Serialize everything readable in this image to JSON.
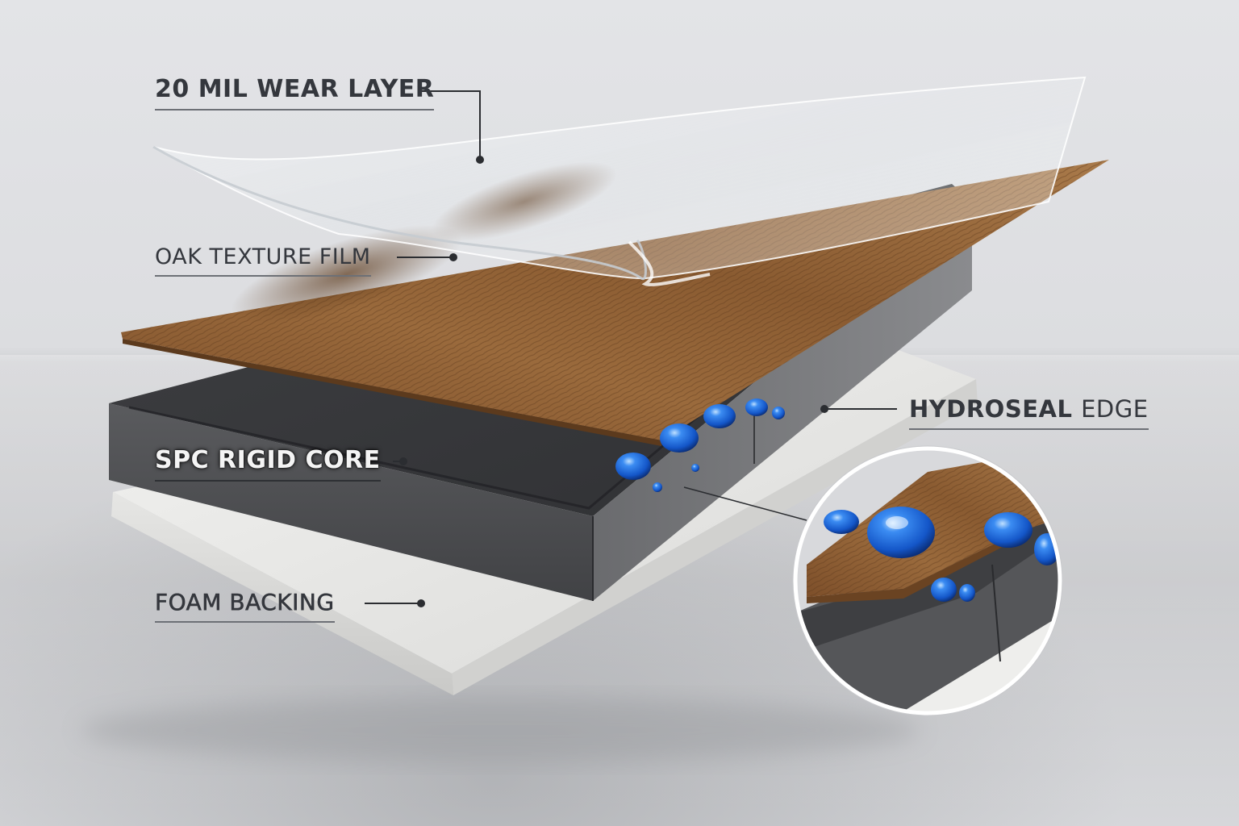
{
  "diagram": {
    "type": "exploded-layer-illustration",
    "subject": "SPC vinyl plank flooring layer stack",
    "layers": [
      {
        "order": 1,
        "label": "20 MIL WEAR LAYER",
        "material": "clear wear layer"
      },
      {
        "order": 2,
        "label": "OAK TEXTURE FILM",
        "material": "oak wood grain film"
      },
      {
        "order": 3,
        "label": "SPC RIGID CORE",
        "material": "dark grey stone-polymer core"
      },
      {
        "order": 4,
        "label": "FOAM BACKING",
        "material": "white foam underlayment"
      }
    ],
    "callout": {
      "label_bold": "HYDROSEAL",
      "label_regular": "EDGE",
      "detail": "circular magnified inset of water droplets beading on the click-lock edge"
    }
  },
  "labels": {
    "wear_layer": "20 MIL WEAR LAYER",
    "texture_film": "OAK TEXTURE FILM",
    "rigid_core": "SPC RIGID CORE",
    "foam_backing": "FOAM BACKING",
    "hydroseal_bold": "HYDROSEAL",
    "hydroseal_regular": "EDGE"
  },
  "colors": {
    "label_text": "#34373d",
    "leader_line": "#2b2d31",
    "wood": "#8a5a32",
    "core": "#4a4b4e",
    "foam": "#e8e8e6",
    "water": "#1f6fe0",
    "background": "#dcdde0"
  }
}
